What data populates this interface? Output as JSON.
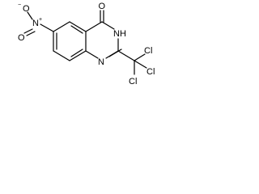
{
  "molecule": {
    "atoms": {
      "carbonyl_oxygen": "O",
      "ring_nh": "NH",
      "ring_n": "N",
      "nitro_n": "N",
      "nitro_o_upper": "O",
      "nitro_o_lower": "O",
      "nitro_o_charge": "−",
      "nitro_n_charge": "+",
      "cl_top": "Cl",
      "cl_right": "Cl",
      "cl_bottom": "Cl"
    },
    "colors": {
      "ink": "#000000",
      "background": "#ffffff"
    }
  }
}
